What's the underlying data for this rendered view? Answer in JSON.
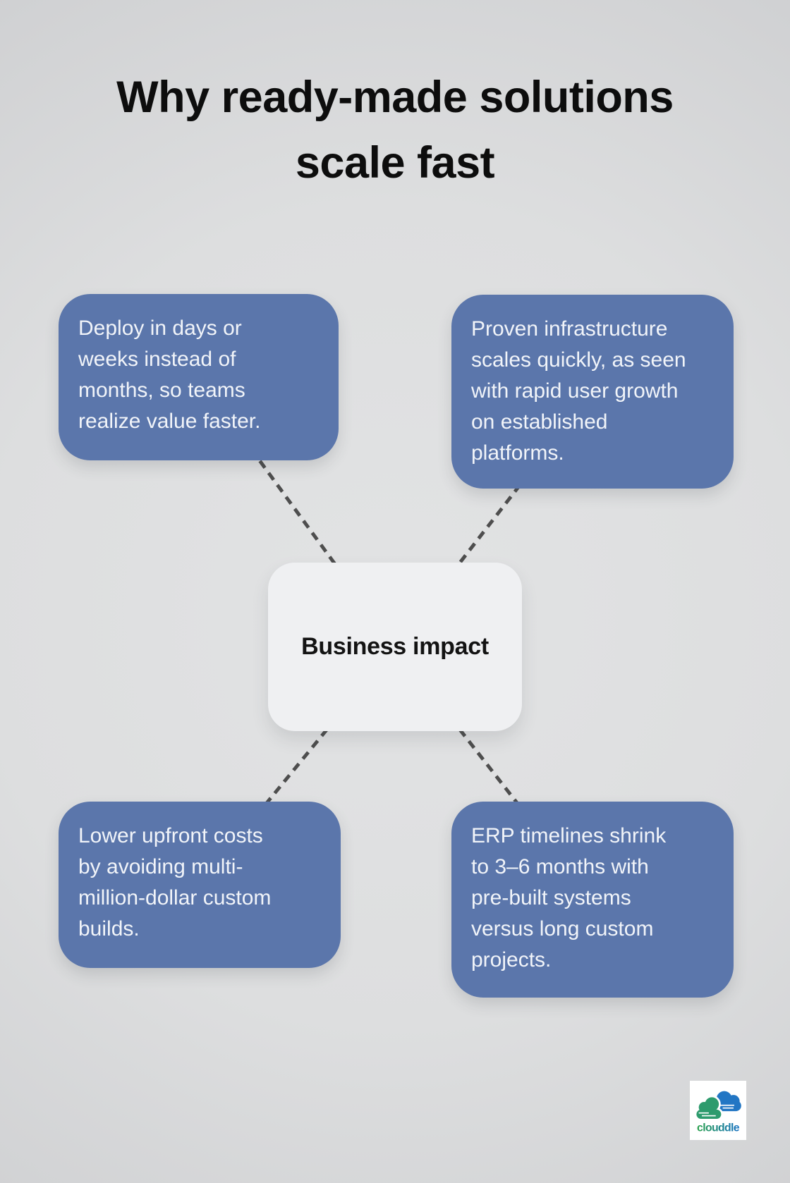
{
  "title": {
    "line1": "Why ready-made solutions",
    "line2": "scale fast",
    "full": "Why ready-made solutions scale fast"
  },
  "center": {
    "label": "Business impact"
  },
  "nodes": [
    {
      "id": "deploy-speed",
      "text": "Deploy in days or\nweeks instead of\nmonths, so teams\nrealize value faster."
    },
    {
      "id": "infrastructure",
      "text": "Proven infrastructure\nscales quickly, as seen\nwith rapid user growth\non established\nplatforms."
    },
    {
      "id": "upfront-costs",
      "text": "Lower upfront costs\nby avoiding multi-\nmillion-dollar custom\nbuilds."
    },
    {
      "id": "erp-timelines",
      "text": "ERP timelines shrink\nto 3–6 months with\npre-built systems\nversus long custom\nprojects."
    }
  ],
  "logo": {
    "brand": "clouddle"
  },
  "colors": {
    "background": "#dddedf",
    "node_bg": "#5b76ab",
    "node_text": "#f1f4f9",
    "center_bg": "#eff0f2",
    "center_text": "#131313",
    "title_text": "#0d0d0d",
    "connector": "#4e4e4e",
    "logo_green": "#2aa14c",
    "logo_teal": "#2d9b6d",
    "logo_blue": "#2276c4"
  }
}
